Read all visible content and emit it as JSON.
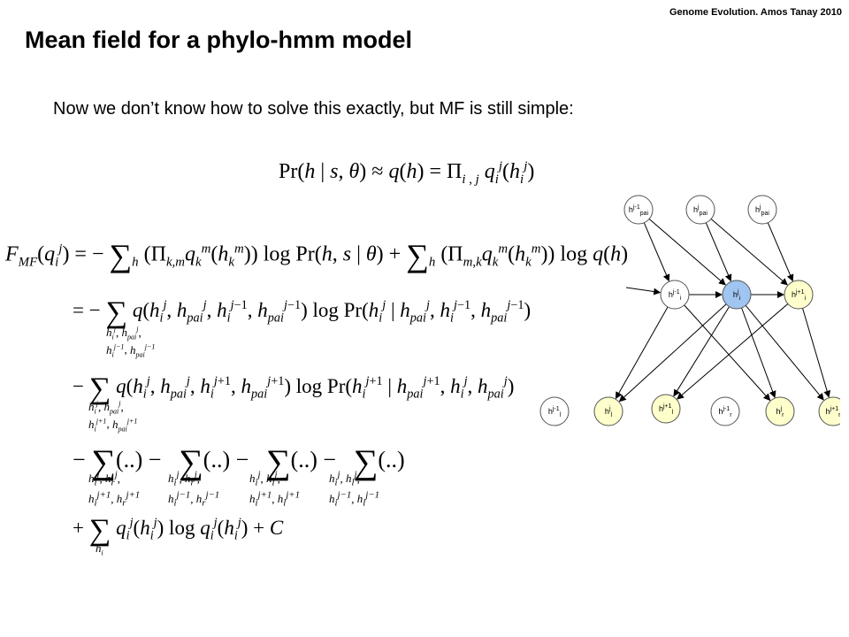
{
  "header": {
    "note": "Genome Evolution. Amos Tanay 2010",
    "title": "Mean field for a phylo-hmm model",
    "subtitle": "Now we don’t know how to solve this exactly, but MF is still simple:"
  },
  "graph": {
    "colors": {
      "blue": "#9fc5f0",
      "yellow": "#ffffcc",
      "white": "#ffffff",
      "stroke": "#555555"
    },
    "nodes": [
      {
        "id": "hpai_jm1",
        "base": "h",
        "sup": "j-1",
        "sub": "pai",
        "fill": "white"
      },
      {
        "id": "hpai_j",
        "base": "h",
        "sup": "j",
        "sub": "pai",
        "fill": "white"
      },
      {
        "id": "hpai_jp1",
        "base": "h",
        "sup": "j",
        "sub": "pai",
        "fill": "white"
      },
      {
        "id": "hi_jm1",
        "base": "h",
        "sup": "j-1",
        "sub": "i",
        "fill": "white"
      },
      {
        "id": "hi_j",
        "base": "h",
        "sup": "j",
        "sub": "i",
        "fill": "blue"
      },
      {
        "id": "hi_jp1",
        "base": "h",
        "sup": "j+1",
        "sub": "i",
        "fill": "yellow"
      },
      {
        "id": "hl_jm1",
        "base": "h",
        "sup": "j-1",
        "sub": "l",
        "fill": "white"
      },
      {
        "id": "hl_j",
        "base": "h",
        "sup": "j",
        "sub": "l",
        "fill": "yellow"
      },
      {
        "id": "hl_jp1",
        "base": "h",
        "sup": "j+1",
        "sub": "l",
        "fill": "yellow"
      },
      {
        "id": "hr_jm1",
        "base": "h",
        "sup": "j-1",
        "sub": "r",
        "fill": "white"
      },
      {
        "id": "hr_j",
        "base": "h",
        "sup": "j",
        "sub": "r",
        "fill": "yellow"
      },
      {
        "id": "hr_jp1",
        "base": "h",
        "sup": "j+1",
        "sub": "r",
        "fill": "yellow"
      }
    ],
    "edges": [
      [
        "in",
        "hi_jm1"
      ],
      [
        "hpai_jm1",
        "hi_jm1"
      ],
      [
        "hpai_jm1",
        "hi_j"
      ],
      [
        "hpai_j",
        "hi_j"
      ],
      [
        "hpai_j",
        "hi_jp1"
      ],
      [
        "hpai_jp1",
        "hi_jp1"
      ],
      [
        "hi_jm1",
        "hi_j"
      ],
      [
        "hi_j",
        "hi_jp1"
      ],
      [
        "hi_jm1",
        "hl_j"
      ],
      [
        "hi_jm1",
        "hr_j"
      ],
      [
        "hi_j",
        "hl_j"
      ],
      [
        "hi_j",
        "hl_jp1"
      ],
      [
        "hi_j",
        "hr_j"
      ],
      [
        "hi_j",
        "hr_jp1"
      ],
      [
        "hi_jp1",
        "hl_jp1"
      ],
      [
        "hi_jp1",
        "hr_jp1"
      ]
    ]
  }
}
